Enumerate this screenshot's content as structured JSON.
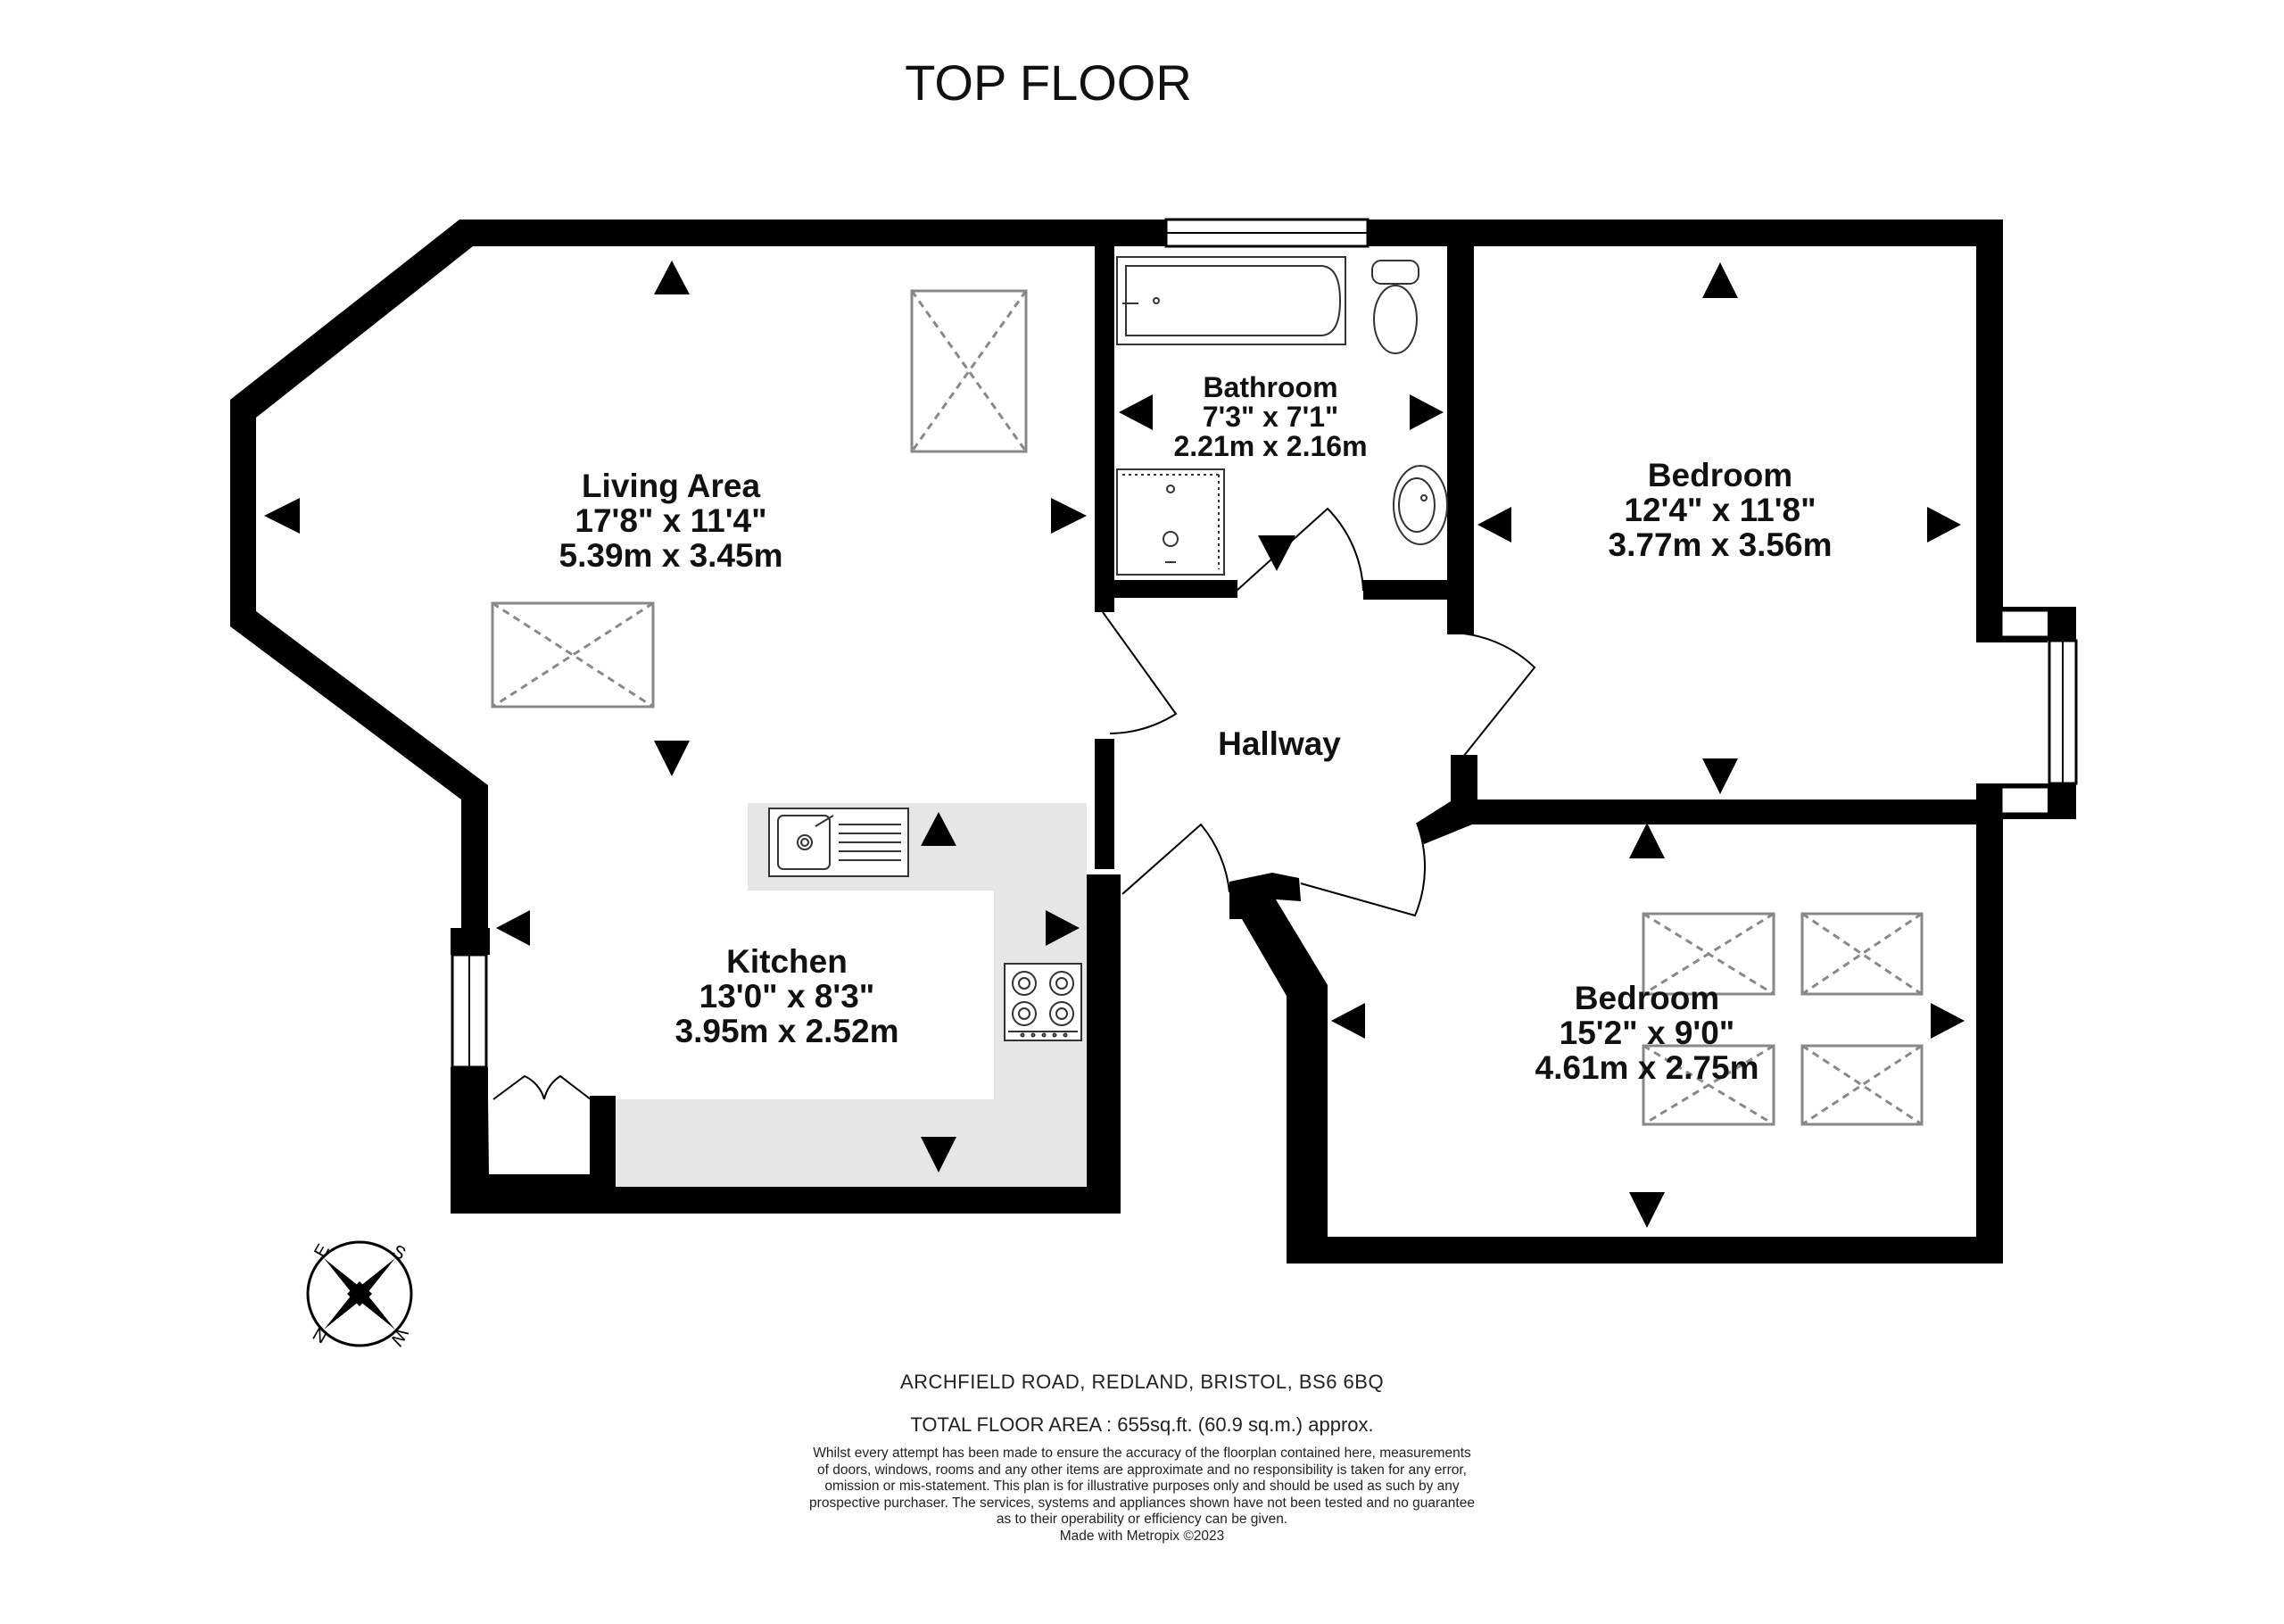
{
  "title": "TOP FLOOR",
  "rooms": {
    "living": {
      "name": "Living Area",
      "imperial": "17'8\"  x 11'4\"",
      "metric": "5.39m  x 3.45m"
    },
    "bathroom": {
      "name": "Bathroom",
      "imperial": "7'3\"  x 7'1\"",
      "metric": "2.21m  x 2.16m"
    },
    "bedroom1": {
      "name": "Bedroom",
      "imperial": "12'4\"  x 11'8\"",
      "metric": "3.77m  x 3.56m"
    },
    "hallway": {
      "name": "Hallway"
    },
    "kitchen": {
      "name": "Kitchen",
      "imperial": "13'0\"  x 8'3\"",
      "metric": "3.95m  x 2.52m"
    },
    "bedroom2": {
      "name": "Bedroom",
      "imperial": "15'2\"  x 9'0\"",
      "metric": "4.61m  x 2.75m"
    }
  },
  "compass": {
    "n": "N",
    "e": "E",
    "s": "S",
    "w": "W"
  },
  "footer": {
    "address": "ARCHFIELD ROAD, REDLAND, BRISTOL, BS6 6BQ",
    "total_area": "TOTAL FLOOR AREA : 655sq.ft. (60.9 sq.m.) approx.",
    "disclaimer": [
      "Whilst every attempt has been made to ensure the accuracy of the floorplan contained here, measurements",
      "of doors, windows, rooms and any other items are approximate and no responsibility is taken for any error,",
      "omission or mis-statement. This plan is for illustrative purposes only and should be used as such by any",
      "prospective purchaser. The services, systems and appliances shown have not been tested and no guarantee",
      "as to their operability or efficiency can be given.",
      "Made with Metropix ©2023"
    ]
  },
  "colors": {
    "wall": "#000000",
    "kitchen_floor": "#e6e6e6",
    "fixture_line": "#333333",
    "skylight_line": "#888888"
  },
  "icons": [
    "bath-icon",
    "toilet-icon",
    "shower-icon",
    "basin-icon",
    "sink-icon",
    "hob-icon",
    "skylight-icon",
    "compass-icon",
    "dimension-arrow-icon"
  ]
}
